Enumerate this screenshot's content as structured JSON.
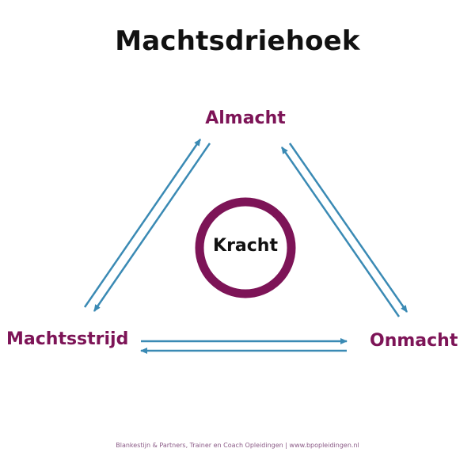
{
  "title": "Machtsdriehoek",
  "center": {
    "label": "Kracht"
  },
  "nodes": {
    "top": "Almacht",
    "left": "Machtsstrijd",
    "right": "Onmacht"
  },
  "footer": "Blankestijn & Partners, Trainer en Coach Opleidingen | www.bpopleidingen.nl",
  "colors": {
    "accent": "#7d1457",
    "arrow": "#3a8ab4",
    "text": "#111111"
  }
}
